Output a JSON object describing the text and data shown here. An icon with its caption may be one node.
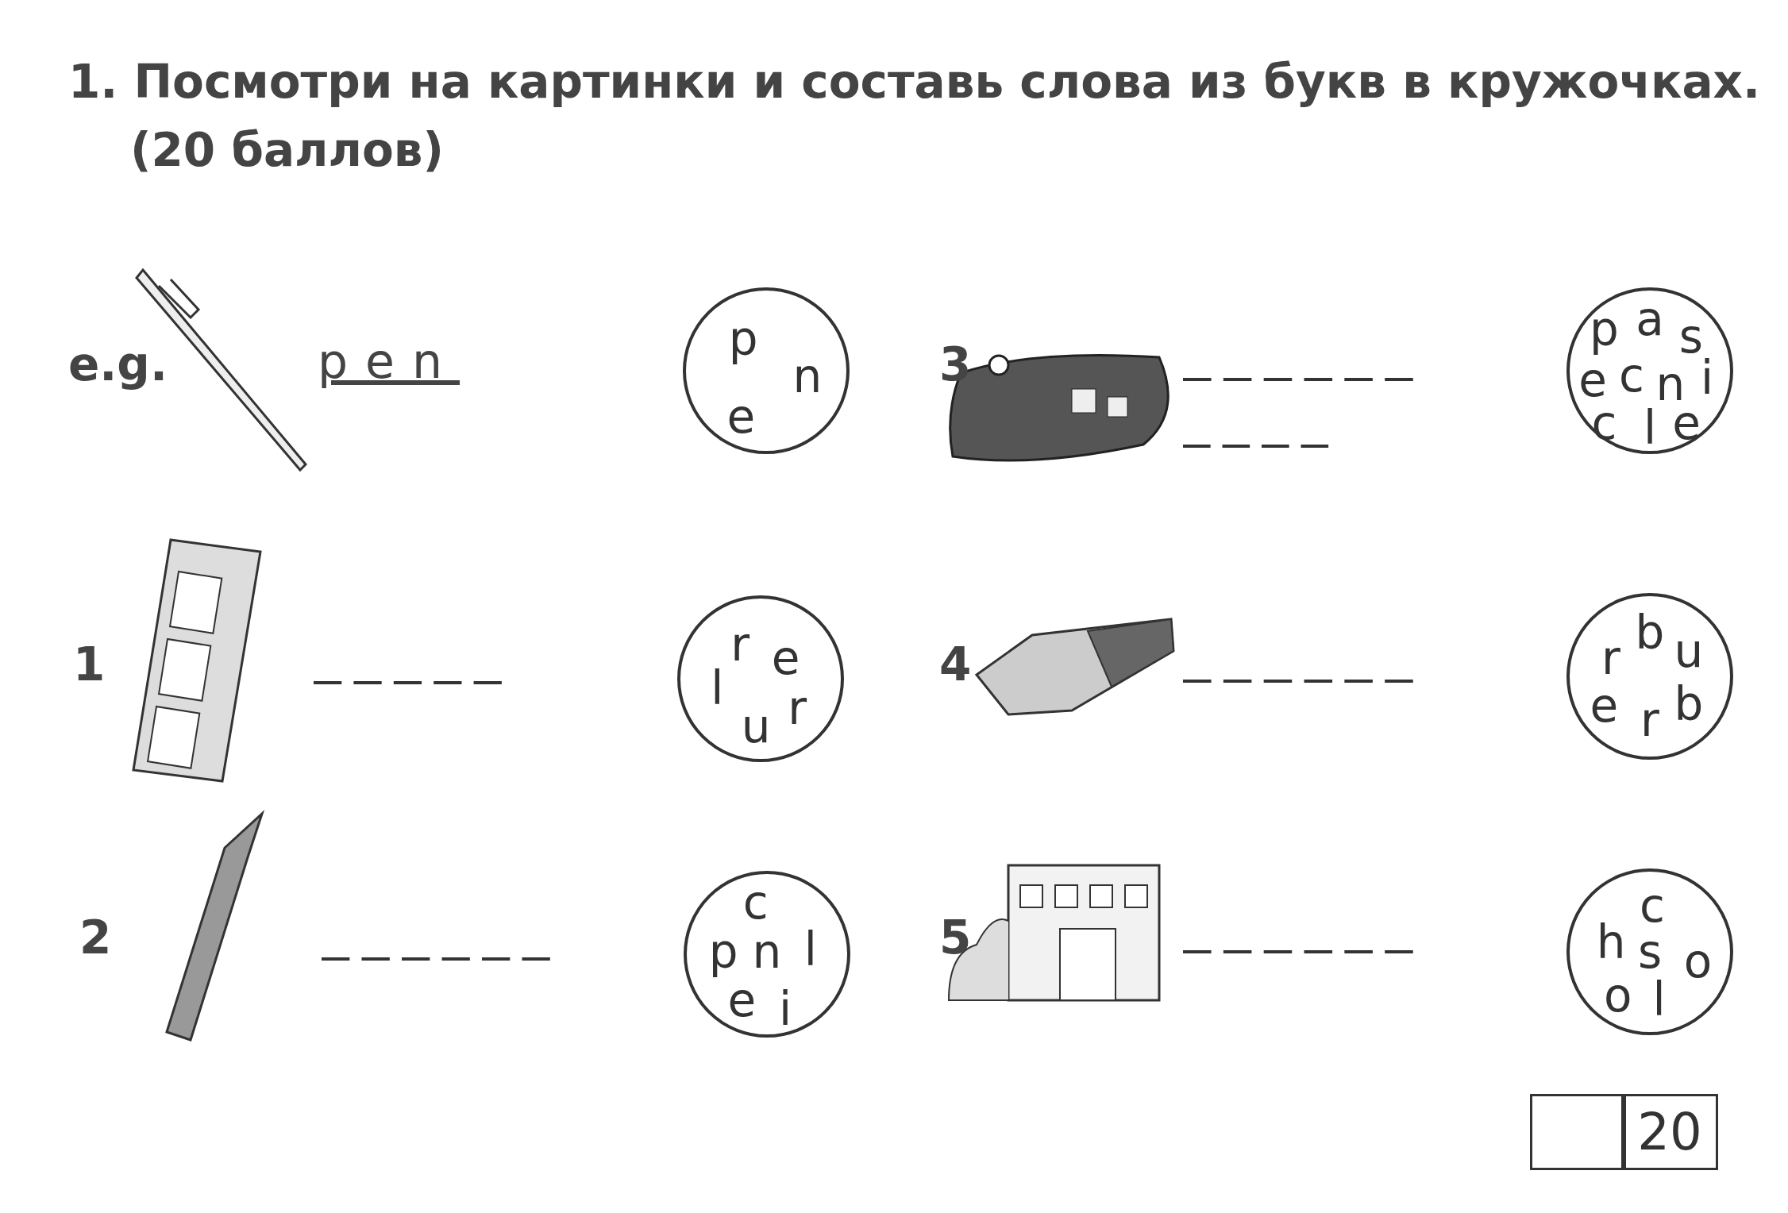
{
  "diagram": {
    "title": "1. Посмотри на картинки и составь слова из букв в кружочках. (20 баллов)",
    "nodes": [
      {
        "text": [
          "p",
          "n",
          "e"
        ]
      },
      {
        "text": [
          "p",
          "a",
          "s",
          "e",
          "c",
          "n",
          "i",
          "c",
          "l",
          "e"
        ]
      },
      {
        "text": [
          "r",
          "e",
          "l",
          "u",
          "r"
        ]
      },
      {
        "text": [
          "b",
          "r",
          "u",
          "e",
          "r",
          "b"
        ]
      },
      {
        "text": [
          "c",
          "p",
          "n",
          "l",
          "e",
          "i"
        ]
      },
      {
        "text": [
          "c",
          "h",
          "s",
          "o",
          "o",
          "l"
        ]
      },
      {
        "text": [
          "20"
        ]
      }
    ],
    "edges": [],
    "labels": [
      "e.g.",
      "pen",
      "3",
      "1",
      "4",
      "2",
      "5"
    ]
  }
}
